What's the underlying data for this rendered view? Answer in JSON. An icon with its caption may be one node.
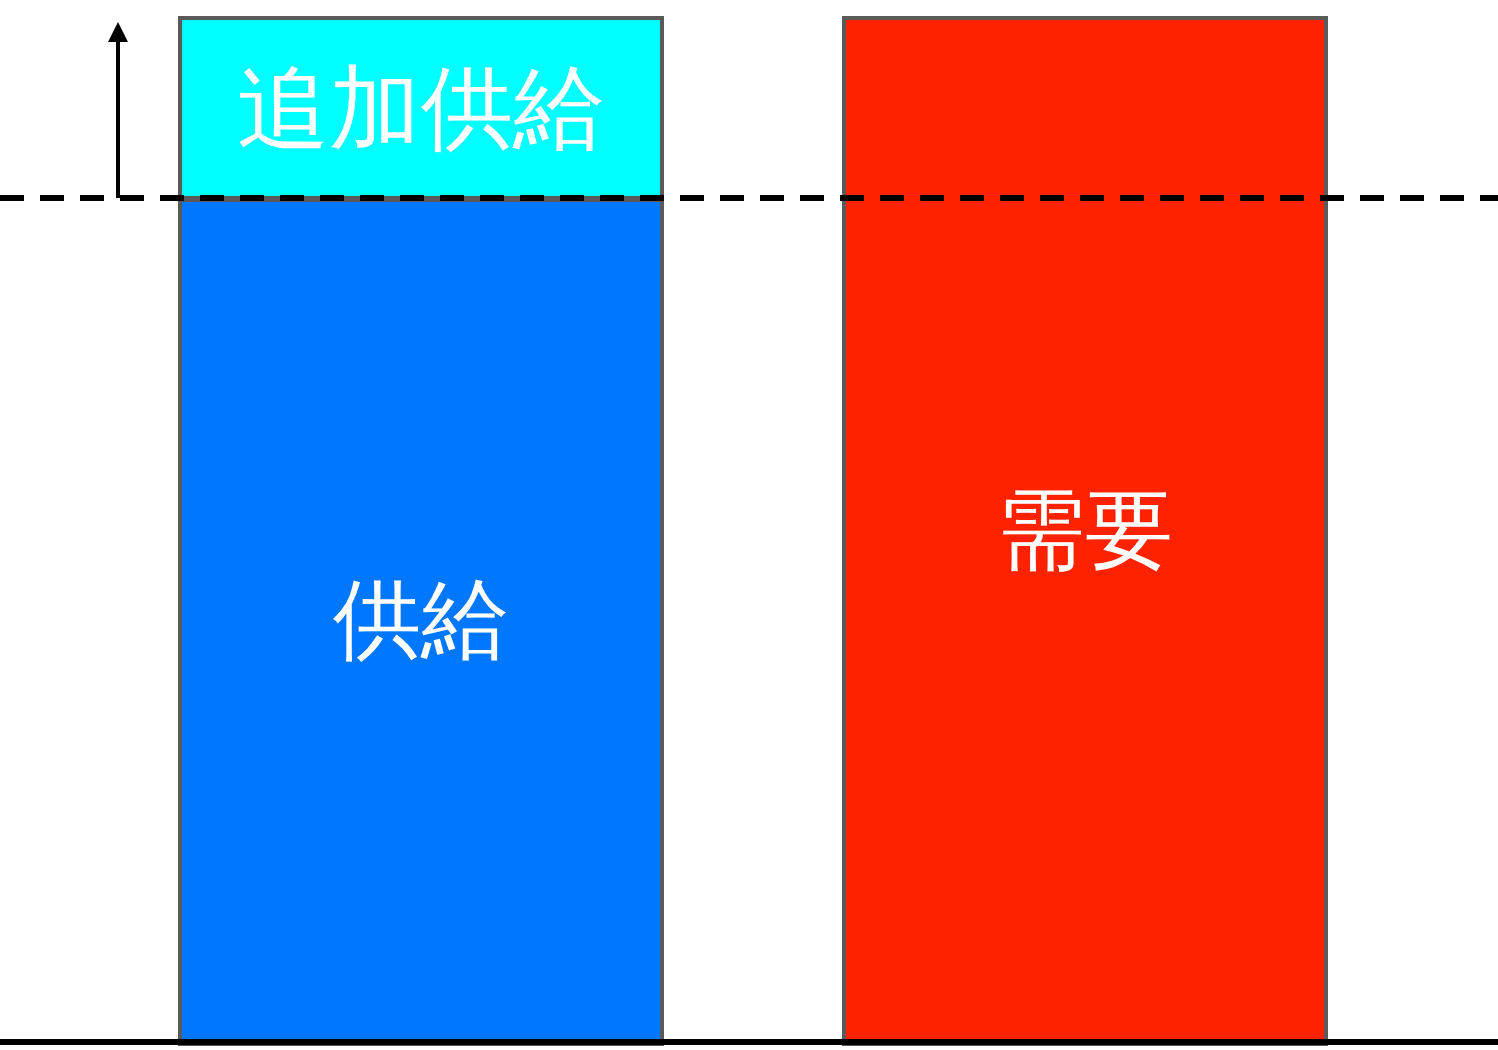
{
  "diagram": {
    "nodes": [
      {
        "text": [
          "追加供給"
        ]
      },
      {
        "text": [
          "供給"
        ]
      },
      {
        "text": [
          "需要"
        ]
      }
    ]
  }
}
